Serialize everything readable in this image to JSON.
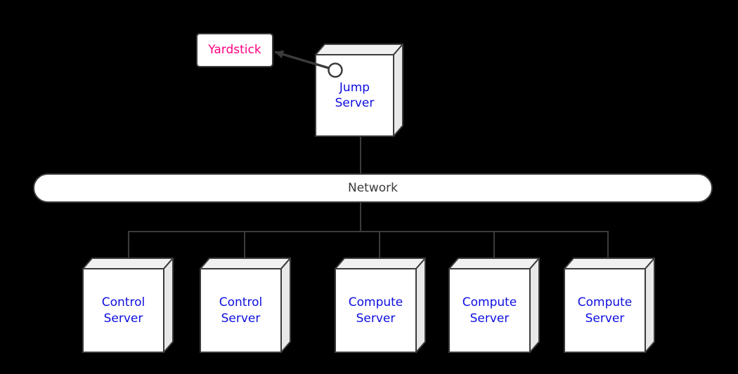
{
  "diagram": {
    "type": "network-topology",
    "background_color": "#000000",
    "stroke_color": "#3b3b3b",
    "node_fill_color": "#ffffff",
    "cube_top_color": "#f0f0f0",
    "cube_side_color": "#e8e8e8",
    "yardstick": {
      "label": "Yardstick",
      "text_color": "#ff0080"
    },
    "jump_server": {
      "label": "Jump Server",
      "text_color": "#0e0ee0"
    },
    "network": {
      "label": "Network",
      "text_color": "#3b3b3b"
    },
    "servers": [
      {
        "label": "Control Server",
        "text_color": "#0e0ee0"
      },
      {
        "label": "Control Server",
        "text_color": "#0e0ee0"
      },
      {
        "label": "Compute Server",
        "text_color": "#0e0ee0"
      },
      {
        "label": "Compute Server",
        "text_color": "#0e0ee0"
      },
      {
        "label": "Compute Server",
        "text_color": "#0e0ee0"
      }
    ],
    "connections": [
      "Yardstick <- Jump Server (arrow from port circle)",
      "Jump Server - Network",
      "Network - Control Server (1)",
      "Network - Control Server (2)",
      "Network - Compute Server (1)",
      "Network - Compute Server (2)",
      "Network - Compute Server (3)"
    ]
  }
}
